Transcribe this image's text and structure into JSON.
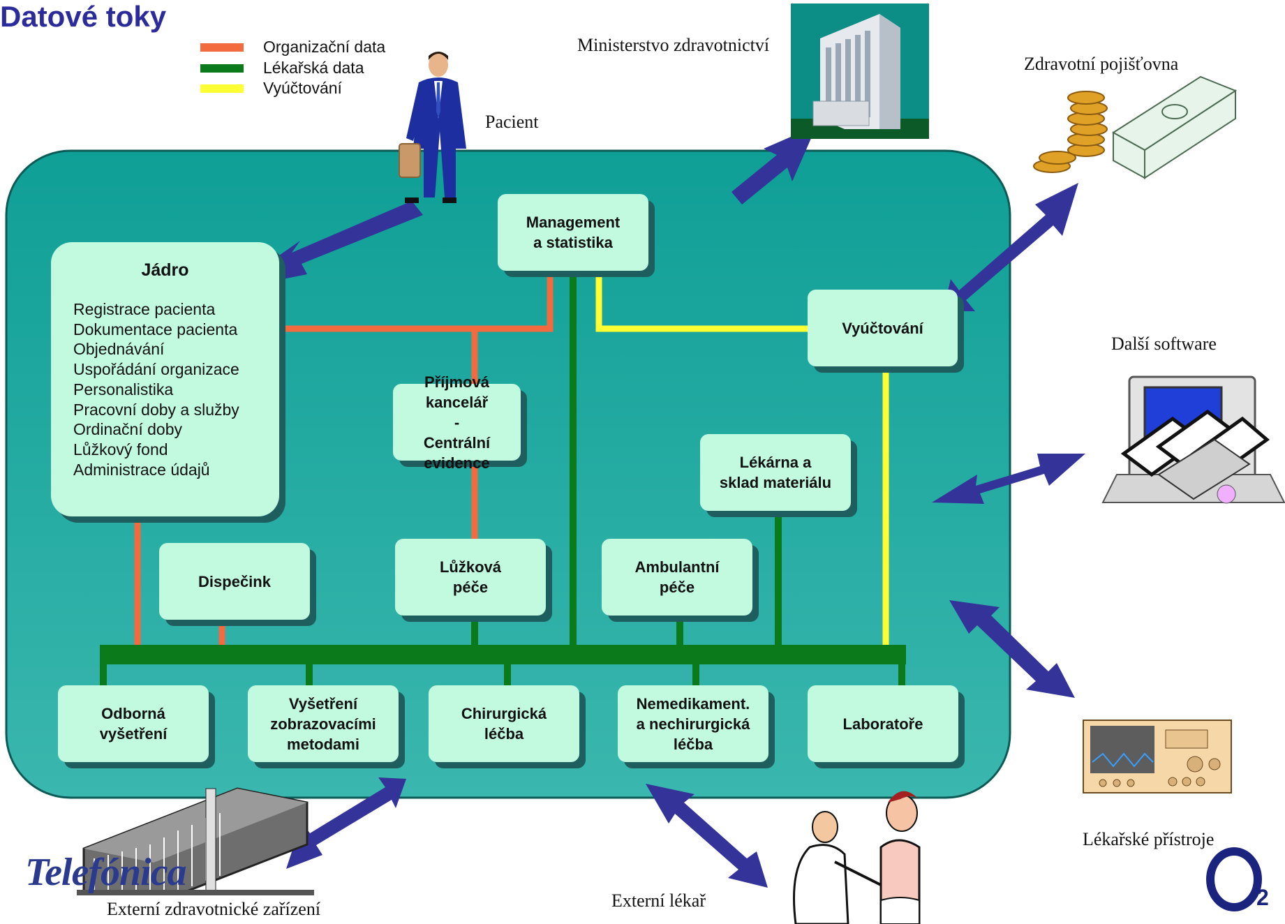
{
  "title": "Datové toky",
  "legend": [
    {
      "label": "Organizační data",
      "color": "#f26a3e"
    },
    {
      "label": "Lékařská data",
      "color": "#0a7a1a"
    },
    {
      "label": "Vyúčtování",
      "color": "#ffff33"
    }
  ],
  "colors": {
    "panel": "#15a39a",
    "box": "#c2fae0",
    "arrow": "#33339a",
    "title": "#2b2b9c"
  },
  "external": {
    "ministry": "Ministerstvo zdravotnictví",
    "insurance": "Zdravotní pojišťovna",
    "patient": "Pacient",
    "other_software": "Další software",
    "medical_devices": "Lékařské přístroje",
    "external_doctor": "Externí lékař",
    "external_facility": "Externí zdravotnické zařízení"
  },
  "core": {
    "title": "Jádro",
    "items": [
      "Registrace pacienta",
      "Dokumentace pacienta",
      "Objednávání",
      "Uspořádání organizace",
      "Personalistika",
      "Pracovní doby a služby",
      "Ordinační doby",
      "Lůžkový fond",
      "Administrace údajů"
    ]
  },
  "modules": {
    "management": "Management\na statistika",
    "billing": "Vyúčtování",
    "admission": "Příjmová kancelář\n-\nCentrální evidence",
    "pharmacy": "Lékárna a\nsklad materiálu",
    "dispatch": "Dispečink",
    "inpatient": "Lůžková\npéče",
    "outpatient": "Ambulantní\npéče",
    "specialist": "Odborná\nvyšetření",
    "imaging": "Vyšetření\nzobrazovacími\nmetodami",
    "surgery": "Chirurgická\nléčba",
    "nonmed": "Nemedikament.\na nechirurgická\nléčba",
    "labs": "Laboratoře"
  },
  "logos": {
    "left": "Telefónica",
    "right": "O2"
  },
  "icons": [
    "businessman-icon",
    "building-icon",
    "money-icon",
    "computer-icon",
    "medical-device-icon",
    "doctor-icon",
    "hospital-icon"
  ]
}
